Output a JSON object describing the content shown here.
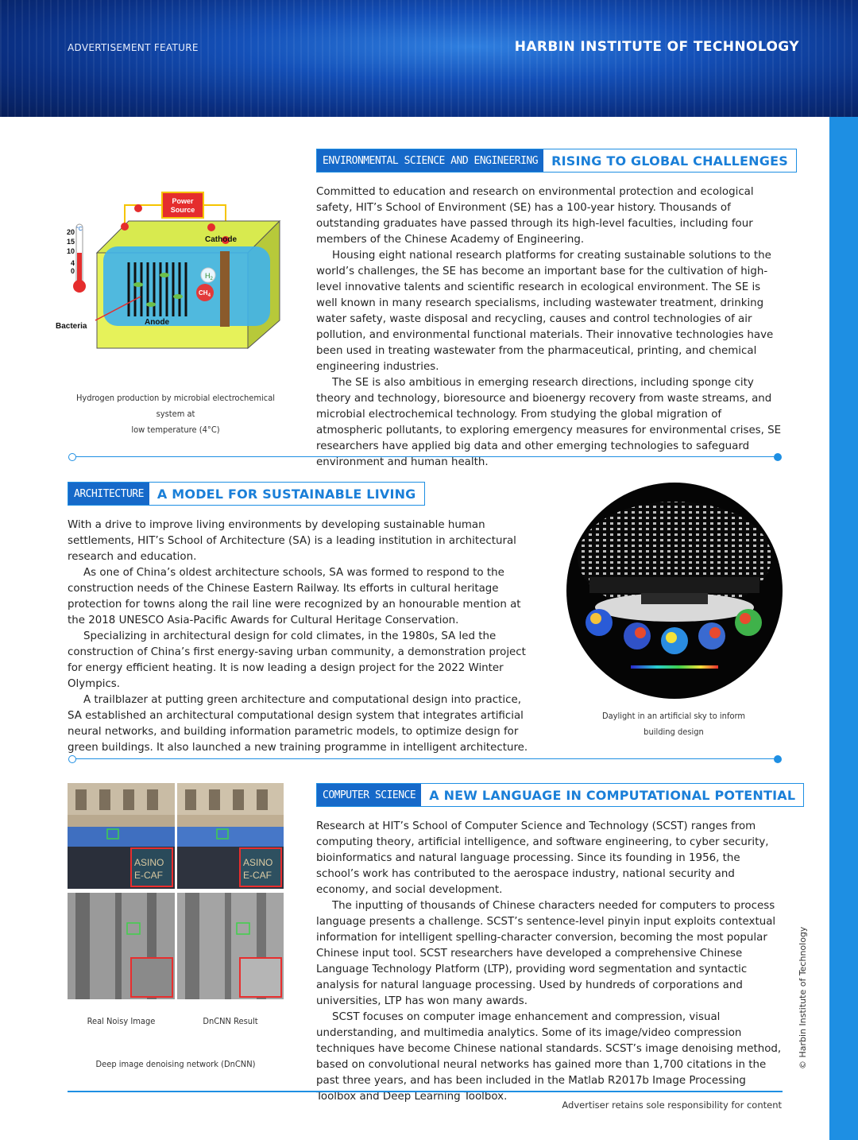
{
  "header": {
    "feature_label": "ADVERTISEMENT FEATURE",
    "institution": "HARBIN INSTITUTE OF TECHNOLOGY"
  },
  "copyright": "© Harbin Institute of Technology",
  "footer": "Advertiser retains sole responsibility for content",
  "sections": [
    {
      "tag": "ENVIRONMENTAL SCIENCE AND ENGINEERING",
      "title": "RISING TO GLOBAL CHALLENGES",
      "paragraphs": [
        "Committed to education and research on environmental protection and ecological safety, HIT’s School of Environment (SE) has a 100-year history. Thousands of outstanding graduates have passed through its high-level faculties, including four members of the Chinese Academy of Engineering.",
        "Housing eight national research platforms for creating sustainable solutions to the world’s challenges, the SE has become an important base for the cultivation of high-level innovative talents and scientific research in ecological environment. The SE is well known in many research specialisms, including wastewater treatment, drinking water safety, waste disposal and recycling, causes and control technologies of air pollution, and environmental functional materials. Their innovative technologies have been used in treating wastewater from the pharmaceutical, printing, and chemical engineering industries.",
        "The SE is also ambitious in emerging research directions, including sponge city theory and technology, bioresource and bioenergy recovery from waste streams, and microbial electrochemical technology. From studying the global migration of atmospheric pollutants, to exploring emergency measures for environmental crises, SE researchers have applied big data and other emerging technologies to safeguard environment and human health."
      ],
      "caption_lines": [
        "Hydrogen production by microbial electrochemical system at",
        "low temperature (4°C)"
      ],
      "diagram": {
        "power_source": [
          "Power",
          "Source"
        ],
        "cathode": "Cathode",
        "anode": "Anode",
        "bacteria": "Bacteria",
        "h2": "H",
        "h2_sub": "2",
        "ch4": "CH",
        "ch4_sub": "4",
        "thermo_unit": "°C",
        "thermo_ticks": [
          "20",
          "15",
          "10",
          "4",
          "0"
        ]
      }
    },
    {
      "tag": "ARCHITECTURE",
      "title": "A MODEL FOR SUSTAINABLE LIVING",
      "paragraphs": [
        "With a drive to improve living environments by developing sustainable human settlements, HIT’s School of Architecture (SA) is a leading institution in architectural research and education.",
        "As one of China’s oldest architecture schools, SA was formed to respond to the construction needs of the Chinese Eastern Railway. Its efforts in cultural heritage protection for towns along the rail line were recognized by an honourable mention at the 2018 UNESCO Asia-Pacific Awards for Cultural Heritage Conservation.",
        "Specializing in architectural design for cold climates, in the 1980s, SA led the construction of China’s first energy-saving urban community, a demonstration project for energy efficient heating. It is now leading a design project for the 2022 Winter Olympics.",
        "A trailblazer at putting green architecture and computational design into practice, SA established an architectural computational design system that integrates artificial neural networks, and building information parametric models, to optimize design for green buildings. It also launched a new training programme in intelligent architecture."
      ],
      "caption_lines": [
        "Daylight in an artificial sky to inform",
        "building design"
      ]
    },
    {
      "tag": "COMPUTER SCIENCE",
      "title": "A NEW LANGUAGE IN COMPUTATIONAL POTENTIAL",
      "paragraphs": [
        "Research at HIT’s School of Computer Science and Technology (SCST) ranges from computing theory, artificial intelligence, and software engineering, to cyber security, bioinformatics and natural language processing. Since its founding in 1956, the school’s work has contributed to the aerospace industry, national security and economy, and social development.",
        "The inputting of thousands of Chinese characters needed for computers to process language presents a challenge. SCST’s sentence-level pinyin input exploits contextual information for intelligent spelling-character conversion, becoming the most popular Chinese input tool. SCST researchers have developed a comprehensive Chinese Language Technology Platform (LTP), providing word segmentation and syntactic analysis for natural language processing. Used by hundreds of corporations and universities, LTP has won many awards.",
        "SCST focuses on computer image enhancement and compression, visual understanding, and multimedia analytics. Some of its image/video compression techniques have become Chinese national standards. SCST’s image denoising method, based on convolutional neural networks has gained more than 1,700 citations in the past three years, and has been included in the Matlab R2017b Image Processing Toolbox and Deep Learning Toolbox."
      ],
      "image_labels": [
        "Real Noisy Image",
        "DnCNN Result"
      ],
      "inset_text": [
        "ASINO",
        "E-CAF"
      ],
      "caption": "Deep image denoising network (DnCNN)"
    }
  ]
}
